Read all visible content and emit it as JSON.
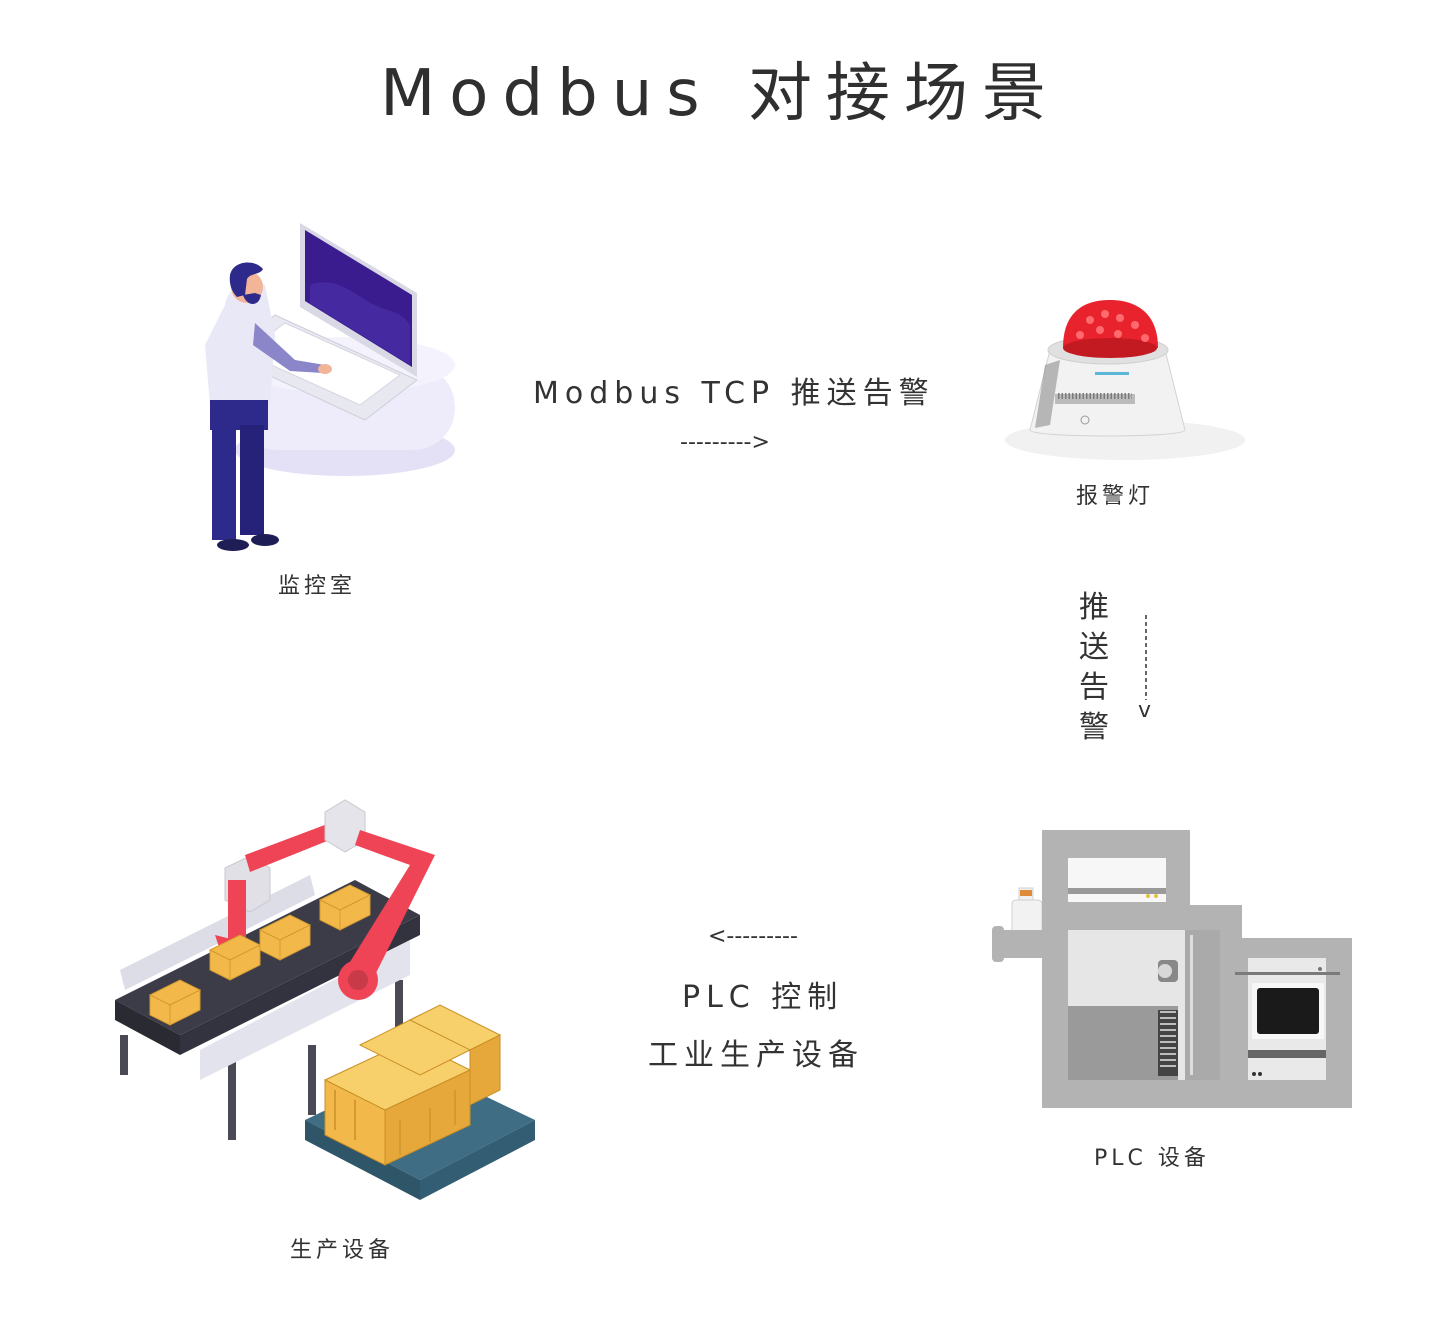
{
  "title": "Modbus 对接场景",
  "nodes": {
    "monitor_room": {
      "label": "监控室",
      "icon": "monitor-operator-icon"
    },
    "alarm_light": {
      "label": "报警灯",
      "icon": "alarm-light-icon"
    },
    "plc_device": {
      "label": "PLC 设备",
      "icon": "plc-cabinet-icon"
    },
    "production_equipment": {
      "label": "生产设备",
      "icon": "conveyor-robot-arm-icon"
    }
  },
  "edges": {
    "monitor_to_alarm": {
      "label": "Modbus TCP 推送告警",
      "arrow": "--------->"
    },
    "alarm_to_plc": {
      "label": "推送告警",
      "label_chars": [
        "推",
        "送",
        "告",
        "警"
      ],
      "arrow": "v"
    },
    "plc_to_production": {
      "label_line1": "PLC 控制",
      "label_line2": "工业生产设备",
      "arrow": "<---------"
    }
  },
  "colors": {
    "text": "#333333",
    "alarm_red": "#e8232d",
    "robot_red": "#ee4455",
    "box_yellow": "#f2b94a",
    "screen_purple": "#3a1c8f",
    "cabinet_gray": "#b3b3b3"
  }
}
